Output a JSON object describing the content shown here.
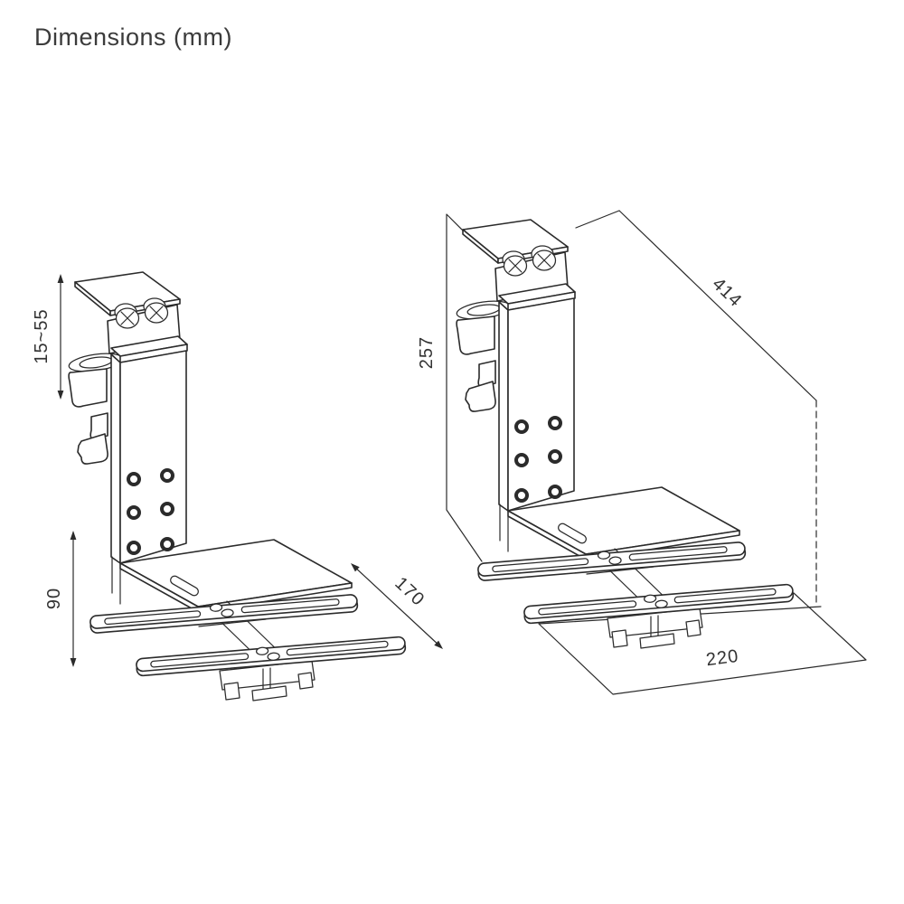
{
  "title": "Dimensions (mm)",
  "colors": {
    "ink": "#2b2b2b",
    "text": "#3b3b3b",
    "background": "#ffffff"
  },
  "front_view": {
    "name": "front-view",
    "clamp_range": "15~55",
    "arm_spacing": "90",
    "depth": "170"
  },
  "iso_view": {
    "name": "isometric-view",
    "height": "257",
    "diagonal": "414",
    "width": "220"
  }
}
